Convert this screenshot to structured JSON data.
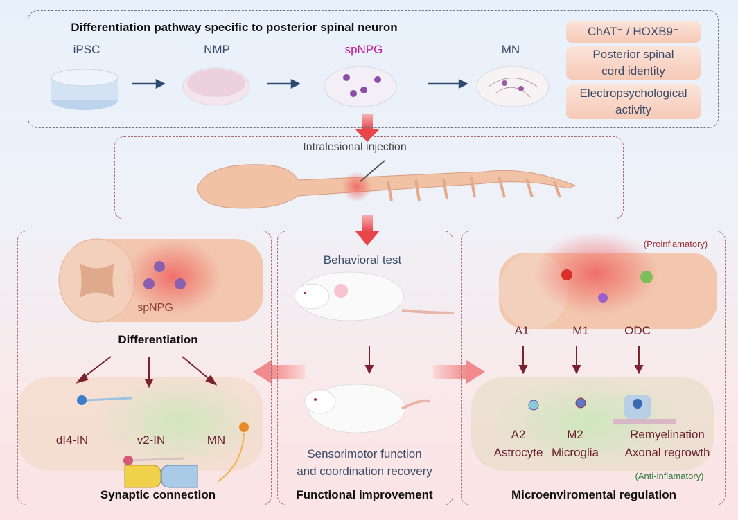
{
  "pathway": {
    "title": "Differentiation pathway specific to posterior spinal neuron",
    "stages": [
      "iPSC",
      "NMP",
      "spNPG",
      "MN"
    ],
    "features": [
      {
        "line1": "ChAT⁺ / HOXB9⁺",
        "line2": ""
      },
      {
        "line1": "Posterior spinal",
        "line2": "cord identity"
      },
      {
        "line1": "Electropsychological",
        "line2": "activity"
      }
    ]
  },
  "injection": {
    "label": "Intralesional injection"
  },
  "left_panel": {
    "cell_label": "spNPG",
    "heading": "Differentiation",
    "neurons": [
      "dI4-IN",
      "v2-IN",
      "MN"
    ],
    "footer": "Synaptic connection"
  },
  "middle_panel": {
    "test_label": "Behavioral test",
    "outcome_line1": "Sensorimotor function",
    "outcome_line2": "and coordination recovery",
    "footer": "Functional improvement"
  },
  "right_panel": {
    "pro_label": "(Proinflamatory)",
    "pro_cells": [
      "A1",
      "M1",
      "ODC"
    ],
    "anti_cells": [
      {
        "top": "A2",
        "bottom": "Astrocyte"
      },
      {
        "top": "M2",
        "bottom": "Microglia"
      },
      {
        "top": "Remyelination",
        "bottom": "Axonal regrowth"
      }
    ],
    "anti_label": "(Anti-inflamatory)",
    "footer": "Microenviromental regulation"
  },
  "colors": {
    "accent_magenta": "#c2189b",
    "arrow_red": "#e8585a",
    "dark_arrow": "#7a2230",
    "pro_text": "#a0303a",
    "anti_text": "#2f7a3a"
  }
}
